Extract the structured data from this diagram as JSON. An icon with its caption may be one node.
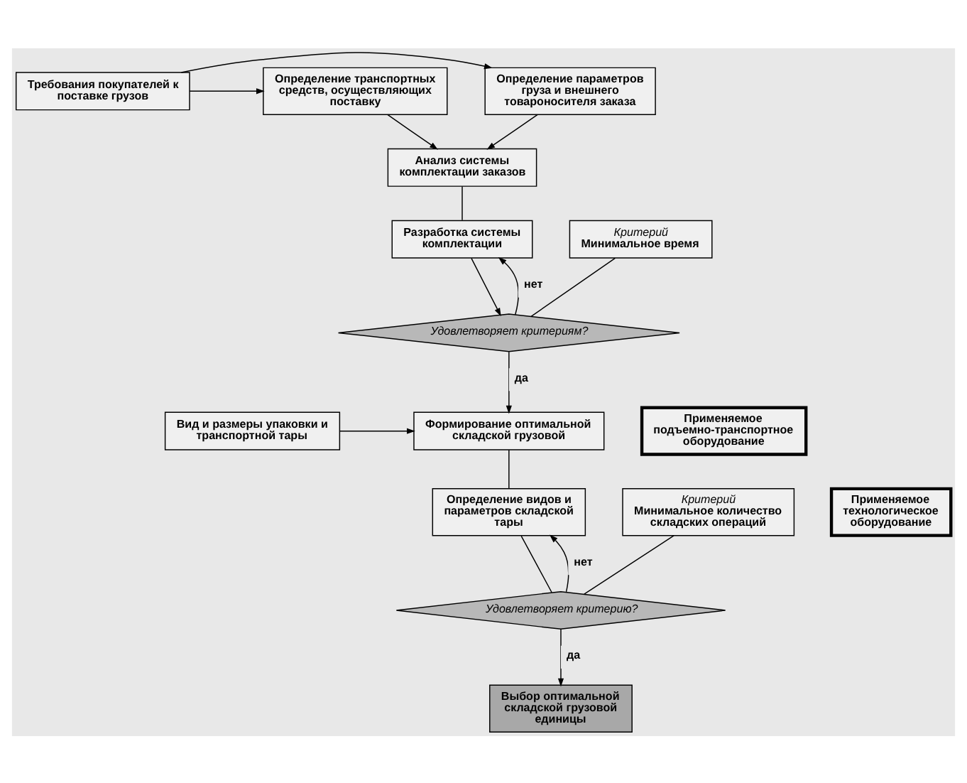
{
  "diagram": {
    "nodes": [
      {
        "text": [
          "Требования покупателей к поставке грузов"
        ]
      },
      {
        "text": [
          "Определение параметров груза и внешнего товароносителя заказа"
        ]
      },
      {
        "text": [
          "Определение транспортных средств, осуществляющих поставку"
        ]
      },
      {
        "text": [
          "Анализ системы комплектации заказов"
        ]
      },
      {
        "text": [
          "Разработка системы комплектации"
        ]
      },
      {
        "text": [
          "Критерий",
          "Минимальное время"
        ]
      },
      {
        "text": [
          "Удовлетворяет критериям?"
        ]
      },
      {
        "text": [
          "Вид и размеры упаковки и транспортной тары"
        ]
      },
      {
        "text": [
          "Формирование оптимальной складской грузовой"
        ]
      },
      {
        "text": [
          "Определение видов и параметров складской тары"
        ]
      },
      {
        "text": [
          "Критерий",
          "Минимальное количество складских операций"
        ]
      },
      {
        "text": [
          "Удовлетворяет критерию?"
        ]
      },
      {
        "text": [
          "Выбор оптимальной складской грузовой единицы"
        ]
      },
      {
        "text": [
          "Применяемое технологическое оборудование"
        ]
      },
      {
        "text": [
          "Применяемое подъемно-транспортное оборудование"
        ]
      }
    ],
    "edges": [
      {
        "from": 0,
        "to": 1,
        "arrow": "to"
      },
      {
        "from": 0,
        "to": 2,
        "arrow": "to"
      },
      {
        "from": 1,
        "to": 3,
        "arrow": "to"
      },
      {
        "from": 2,
        "to": 3,
        "arrow": "to"
      },
      {
        "from": 3,
        "to": 4,
        "arrow": "none"
      },
      {
        "from": 4,
        "to": 6,
        "arrow": "to"
      },
      {
        "from": 6,
        "to": 4,
        "label": "нет",
        "arrow": "to"
      },
      {
        "from": 5,
        "to": 6,
        "arrow": "none"
      },
      {
        "from": 6,
        "to": 8,
        "label": "да",
        "arrow": "to"
      },
      {
        "from": 7,
        "to": 8,
        "arrow": "to"
      },
      {
        "from": 8,
        "to": 9,
        "arrow": "none"
      },
      {
        "from": 9,
        "to": 11,
        "arrow": "none"
      },
      {
        "from": 11,
        "to": 9,
        "label": "нет",
        "arrow": "to"
      },
      {
        "from": 10,
        "to": 11,
        "arrow": "none"
      },
      {
        "from": 11,
        "to": 12,
        "label": "да",
        "arrow": "to"
      }
    ]
  }
}
